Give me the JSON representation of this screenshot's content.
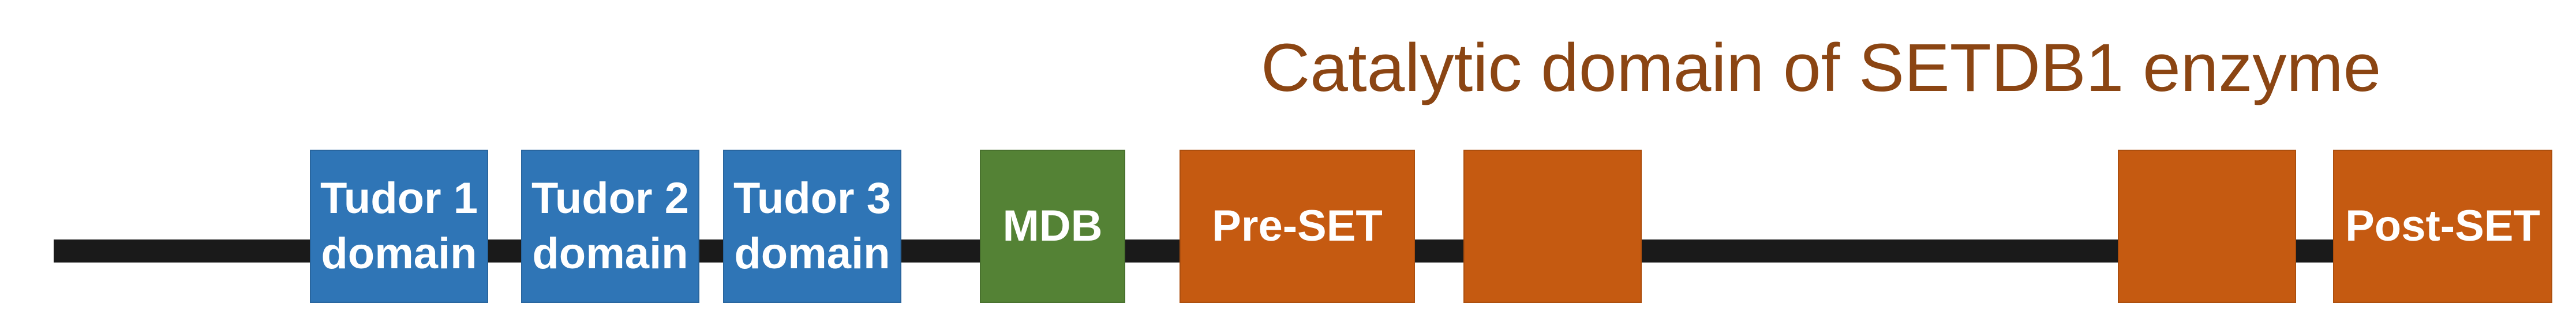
{
  "title": "Catalytic domain of SETDB1 enzyme",
  "colors": {
    "title": "#8b4513",
    "backbone": "#1a1a1a",
    "tudor": "#2f75b6",
    "mdb": "#548235",
    "set": "#c55a11"
  },
  "domains": [
    {
      "id": "tudor-1",
      "label": "Tudor 1\ndomain",
      "color": "#2f75b6"
    },
    {
      "id": "tudor-2",
      "label": "Tudor 2\ndomain",
      "color": "#2f75b6"
    },
    {
      "id": "tudor-3",
      "label": "Tudor 3\ndomain",
      "color": "#2f75b6"
    },
    {
      "id": "mdb",
      "label": "MDB",
      "color": "#548235"
    },
    {
      "id": "pre-set",
      "label": "Pre-SET",
      "color": "#c55a11"
    },
    {
      "id": "set-block-1",
      "label": "",
      "color": "#c55a11"
    },
    {
      "id": "set-block-2",
      "label": "",
      "color": "#c55a11"
    },
    {
      "id": "post-set",
      "label": "Post-SET",
      "color": "#c55a11"
    }
  ]
}
